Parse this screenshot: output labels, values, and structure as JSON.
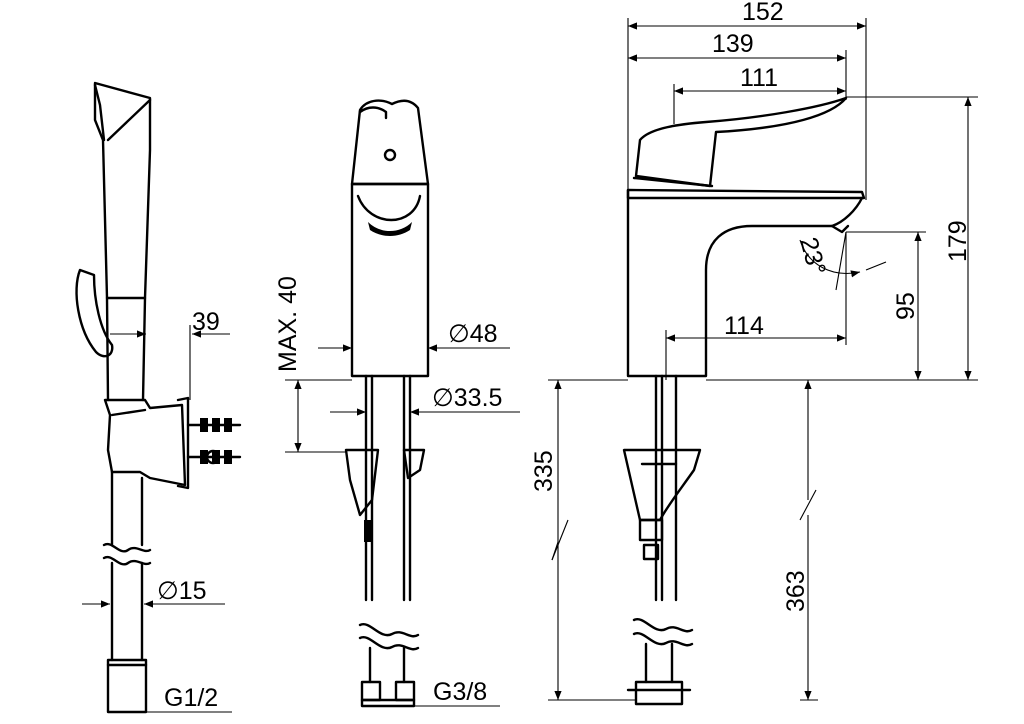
{
  "labels": {
    "w152": "152",
    "w139": "139",
    "w111": "111",
    "h179": "179",
    "a23": "23°",
    "h95": "95",
    "r114": "114",
    "h335": "335",
    "h363": "363",
    "maxHeight": "MAX. 40",
    "d48": "∅48",
    "d33": "∅33.5",
    "w39": "39",
    "d15": "∅15",
    "g12": "G1/2",
    "g38": "G3/8"
  }
}
